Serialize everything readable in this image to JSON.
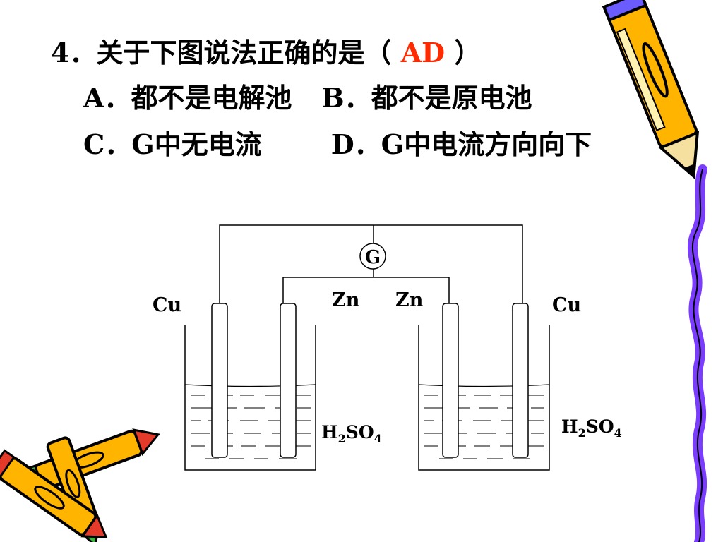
{
  "question": {
    "number": "4．",
    "stem_before": "关于下图说法正确的是（ ",
    "answer": "AD",
    "stem_after": " ）",
    "options": [
      {
        "letter": "A．",
        "text": "都不是电解池"
      },
      {
        "letter": "B．",
        "text": "都不是原电池"
      },
      {
        "letter": "C．",
        "text": "G中无电流"
      },
      {
        "letter": "D．",
        "text": "G中电流方向向下"
      }
    ]
  },
  "diagram": {
    "galvanometer": "G",
    "left_cell": {
      "outer_electrode": "Cu",
      "inner_electrode": "Zn",
      "electrolyte": {
        "base": "H",
        "sub1": "2",
        "mid": "SO",
        "sub2": "4"
      }
    },
    "right_cell": {
      "inner_electrode": "Zn",
      "outer_electrode": "Cu",
      "electrolyte": {
        "base": "H",
        "sub1": "2",
        "mid": "SO",
        "sub2": "4"
      }
    }
  },
  "colors": {
    "answer": "#ff2a00",
    "pencil_body": "#ffb400",
    "pencil_outline": "#000000",
    "squiggle": "#7a3cff"
  },
  "icons": [
    "pencil-icon",
    "crayon-pile-icon",
    "squiggle-decoration"
  ]
}
